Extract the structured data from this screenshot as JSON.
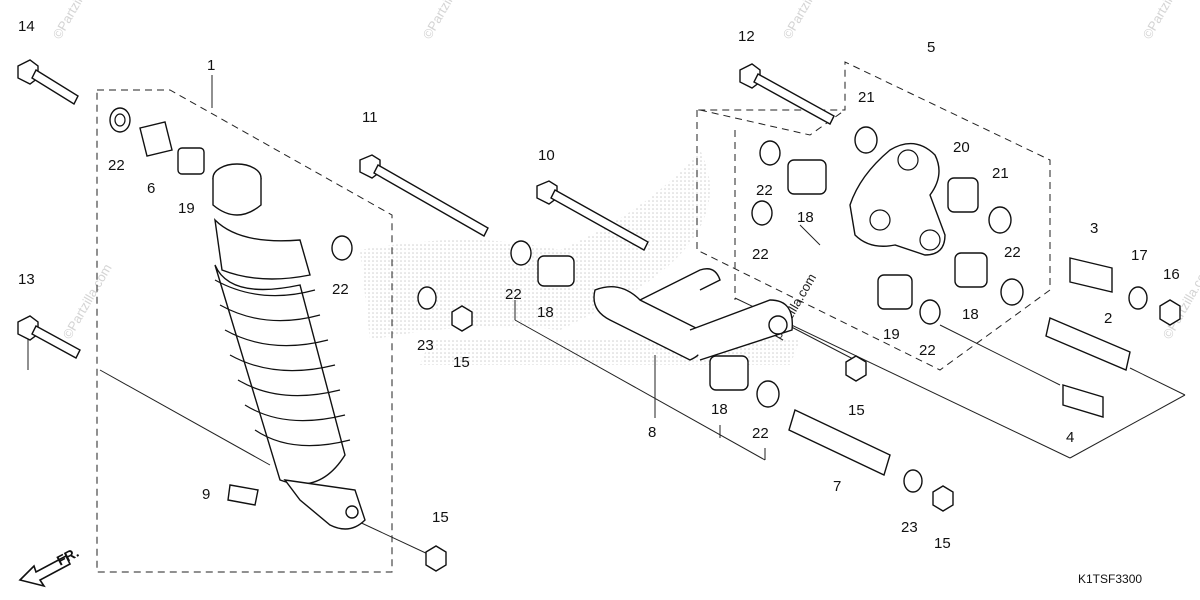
{
  "diagram_code": "K1TSF3300",
  "direction_label": "FR.",
  "watermarks": [
    "©Partzilla.com",
    "©Partzilla.com",
    "©Partzilla.com",
    "©Partzilla.com",
    "©Partzilla.com",
    "©Partzilla.com",
    "partzilla.com"
  ],
  "callouts": [
    "1",
    "2",
    "3",
    "4",
    "5",
    "6",
    "7",
    "8",
    "9",
    "10",
    "11",
    "12",
    "13",
    "14",
    "15",
    "15",
    "15",
    "15",
    "16",
    "17",
    "18",
    "18",
    "18",
    "18",
    "19",
    "19",
    "20",
    "21",
    "21",
    "22",
    "22",
    "22",
    "22",
    "22",
    "22",
    "22",
    "22",
    "23",
    "23"
  ]
}
